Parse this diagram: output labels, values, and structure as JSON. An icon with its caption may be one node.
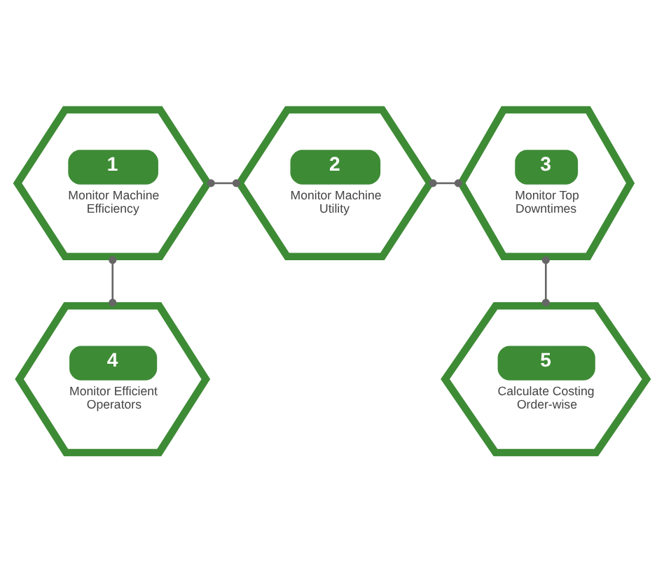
{
  "diagram": {
    "nodes": [
      {
        "text": [
          "1",
          "Monitor Machine Efficiency"
        ]
      },
      {
        "text": [
          "2",
          "Monitor Machine Utility"
        ]
      },
      {
        "text": [
          "3",
          "Monitor Top Downtimes"
        ]
      },
      {
        "text": [
          "4",
          "Monitor Efficient Operators"
        ]
      },
      {
        "text": [
          "5",
          "Calculate Costing Order-wise"
        ]
      }
    ],
    "edges": [
      {
        "from": 0,
        "to": 1,
        "arrow": "other"
      },
      {
        "from": 1,
        "to": 2,
        "arrow": "other"
      },
      {
        "from": 0,
        "to": 3,
        "arrow": "other"
      },
      {
        "from": 2,
        "to": 4,
        "arrow": "other"
      }
    ]
  }
}
